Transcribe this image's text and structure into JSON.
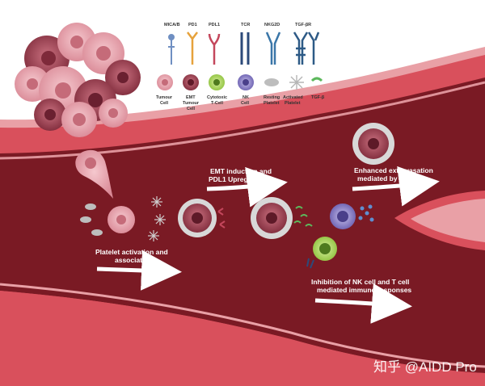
{
  "legend": {
    "receptors": [
      {
        "label": "MICA/B",
        "icon": "mica-b-receptor-icon",
        "color": "#6f8fc2"
      },
      {
        "label": "PD1",
        "icon": "pd1-receptor-icon",
        "color": "#e6a23c"
      },
      {
        "label": "PDL1",
        "icon": "pdl1-receptor-icon",
        "color": "#c4475c"
      },
      {
        "label": "TCR",
        "icon": "tcr-receptor-icon",
        "color": "#2c4a7a"
      },
      {
        "label": "NKG2D",
        "icon": "nkg2d-receptor-icon",
        "color": "#3a76a8"
      },
      {
        "label": "TGF-βR",
        "icon": "tgf-beta-receptor-icon",
        "color": "#2d5a86"
      }
    ],
    "cells": [
      {
        "line1": "Tumour",
        "line2": "Cell",
        "line3": "",
        "icon": "tumour-cell-icon",
        "color": "#e8a7b0"
      },
      {
        "line1": "EMT",
        "line2": "Tumour",
        "line3": "Cell",
        "icon": "emt-tumour-cell-icon",
        "color": "#9c3b4d"
      },
      {
        "line1": "Cytotoxic",
        "line2": "T-Cell",
        "line3": "",
        "icon": "cytotoxic-t-cell-icon",
        "color": "#a6d35a"
      },
      {
        "line1": "NK",
        "line2": "Cell",
        "line3": "",
        "icon": "nk-cell-icon",
        "color": "#7a6fb8"
      },
      {
        "line1": "Resting",
        "line2": "Platelet",
        "line3": "",
        "icon": "resting-platelet-icon",
        "color": "#b8b8b8"
      },
      {
        "line1": "Activated",
        "line2": "Platelet",
        "line3": "",
        "icon": "activated-platelet-icon",
        "color": "#c9c9c9"
      },
      {
        "line1": "TGF-β",
        "line2": "",
        "line3": "",
        "icon": "tgf-beta-icon",
        "color": "#5cb85c"
      }
    ]
  },
  "annotations": {
    "platelet_activation": {
      "line1": "Platelet activation and",
      "line2": "association"
    },
    "emt_induction": {
      "line1": "EMT induction and",
      "line2": "PDL1 Upregulation"
    },
    "extravasation": {
      "line1": "Enhanced extravasation",
      "line2": "mediated by platelets"
    },
    "inhibition": {
      "line1": "Inhibition of NK cell and T cell",
      "line2": "mediated immune responses"
    }
  },
  "watermark": "知乎 @AIDD Pro",
  "colors": {
    "vessel_lumen": "#7a1a24",
    "vessel_wall": "#d9505c",
    "vessel_wall_light": "#e9a0a6",
    "tumour": "#e8a7b0",
    "emt_tumour": "#9c3b4d",
    "t_cell": "#a6d35a",
    "nk_cell": "#7a6fb8",
    "platelet": "#bdbdbd"
  }
}
